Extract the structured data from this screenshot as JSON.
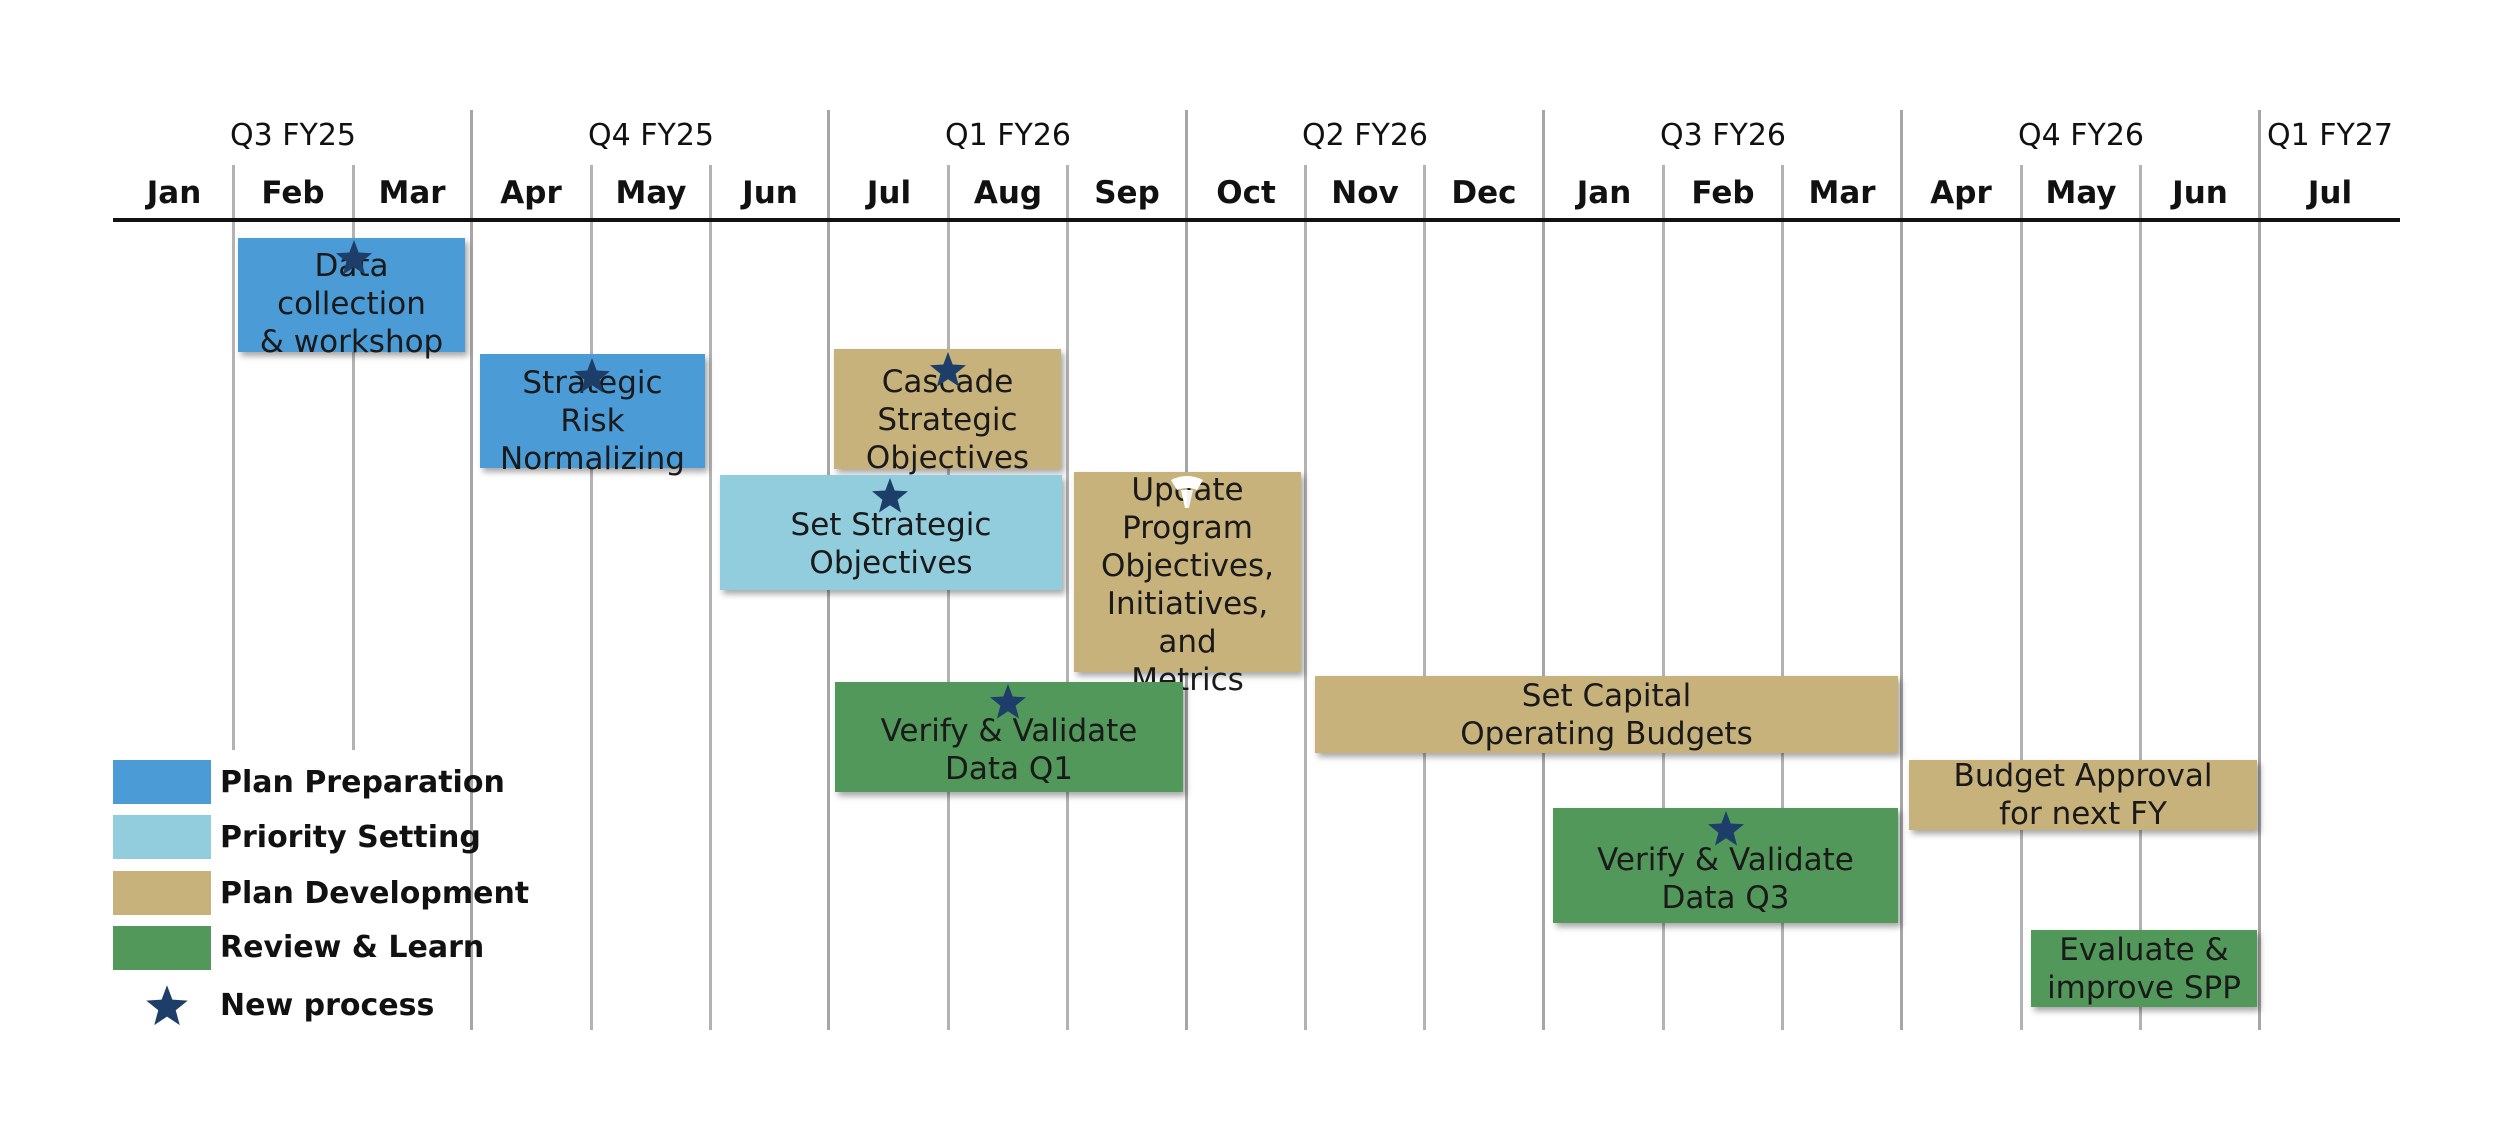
{
  "colors": {
    "plan_preparation": "#4b9bd6",
    "priority_setting": "#92cddd",
    "plan_development": "#c8b27c",
    "review_learn": "#52985a",
    "star": "#1d3e68",
    "axis": "#111111",
    "gridline": "#b3b3b3"
  },
  "quarters": [
    "Q3 FY25",
    "Q4 FY25",
    "Q1 FY26",
    "Q2 FY26",
    "Q3 FY26",
    "Q4 FY26",
    "Q1 FY27"
  ],
  "months": [
    "Jan",
    "Feb",
    "Mar",
    "Apr",
    "May",
    "Jun",
    "Jul",
    "Aug",
    "Sep",
    "Oct",
    "Nov",
    "Dec",
    "Jan",
    "Feb",
    "Mar",
    "Apr",
    "May",
    "Jun",
    "Jul"
  ],
  "tasks": [
    {
      "label": "Data collection\n& workshop",
      "category": "plan_preparation",
      "marker": "star"
    },
    {
      "label": "Strategic Risk\nNormalizing",
      "category": "plan_preparation",
      "marker": "star"
    },
    {
      "label": "Cascade Strategic\nObjectives",
      "category": "plan_development",
      "marker": "star"
    },
    {
      "label": "Set Strategic\nObjectives",
      "category": "priority_setting",
      "marker": "star"
    },
    {
      "label": "Update Program\nObjectives,\nInitiatives, and\nMetrics",
      "category": "plan_development",
      "marker": "icon"
    },
    {
      "label": "Verify & Validate\nData Q1",
      "category": "review_learn",
      "marker": "star"
    },
    {
      "label": "Set Capital\nOperating Budgets",
      "category": "plan_development",
      "marker": "none"
    },
    {
      "label": "Budget Approval\nfor next FY",
      "category": "plan_development",
      "marker": "none"
    },
    {
      "label": "Verify & Validate\nData Q3",
      "category": "review_learn",
      "marker": "star"
    },
    {
      "label": "Evaluate &\nimprove SPP",
      "category": "review_learn",
      "marker": "none"
    }
  ],
  "legend": [
    {
      "label": "Plan Preparation",
      "category": "plan_preparation"
    },
    {
      "label": "Priority Setting",
      "category": "priority_setting"
    },
    {
      "label": "Plan Development",
      "category": "plan_development"
    },
    {
      "label": "Review & Learn",
      "category": "review_learn"
    },
    {
      "label": "New process",
      "category": "star"
    }
  ]
}
